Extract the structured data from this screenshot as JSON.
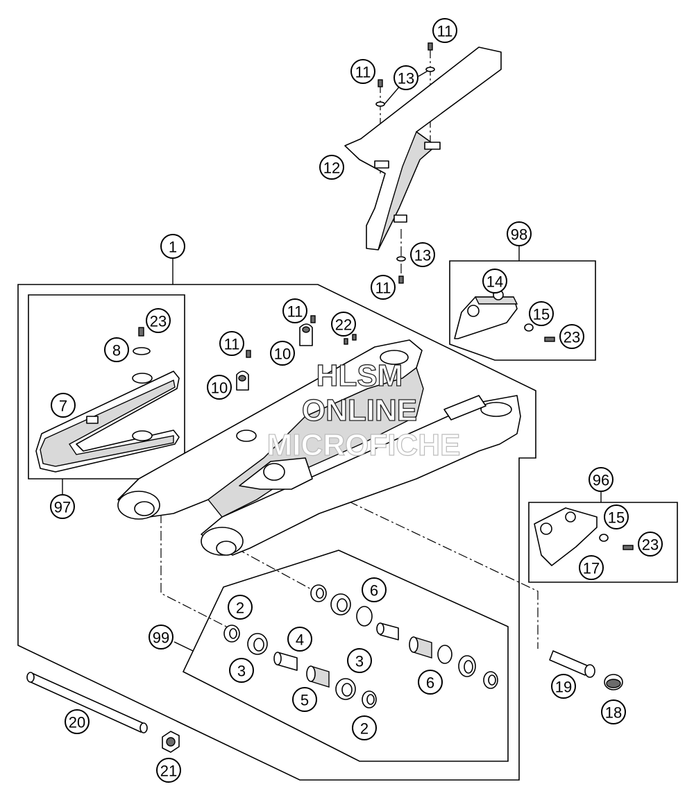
{
  "watermark": {
    "line1": "HLSM",
    "line2": "ONLINE",
    "line3": "MICROFICHE"
  },
  "callouts": {
    "c1": "1",
    "c2a": "2",
    "c2b": "2",
    "c3a": "3",
    "c3b": "3",
    "c4": "4",
    "c5": "5",
    "c6a": "6",
    "c6b": "6",
    "c7": "7",
    "c8": "8",
    "c10a": "10",
    "c10b": "10",
    "c11a": "11",
    "c11b": "11",
    "c11c": "11",
    "c11d": "11",
    "c11e": "11",
    "c12": "12",
    "c13a": "13",
    "c13b": "13",
    "c14": "14",
    "c15a": "15",
    "c15b": "15",
    "c17": "17",
    "c18": "18",
    "c19": "19",
    "c20": "20",
    "c21": "21",
    "c22": "22",
    "c23a": "23",
    "c23b": "23",
    "c23c": "23",
    "c96": "96",
    "c97": "97",
    "c98": "98",
    "c99": "99"
  }
}
